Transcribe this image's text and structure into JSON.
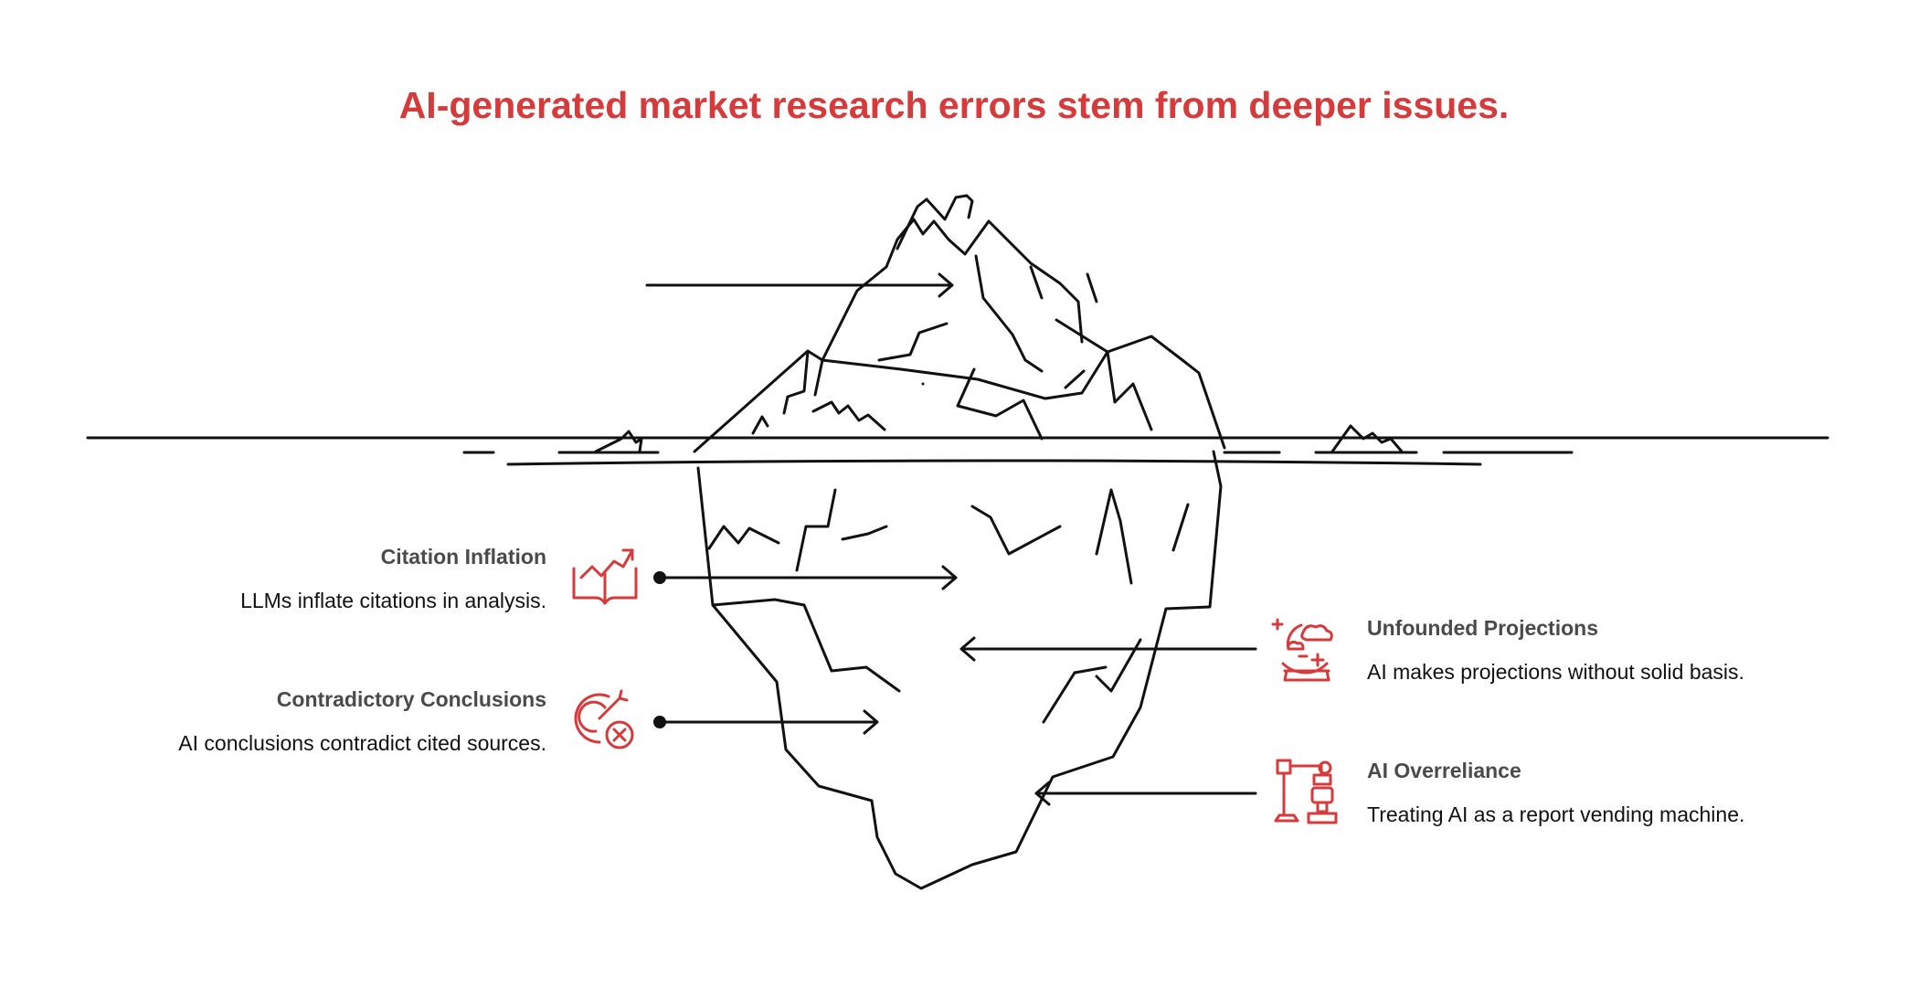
{
  "title": "AI-generated market research errors stem from deeper issues.",
  "colors": {
    "accent": "#d63a3a",
    "ink": "#111111",
    "label": "#4a4a4a"
  },
  "items": [
    {
      "id": "citation-inflation",
      "title": "Citation Inflation",
      "description": "LLMs inflate citations in analysis.",
      "icon": "book-growth-icon"
    },
    {
      "id": "contradictory-conclusions",
      "title": "Contradictory Conclusions",
      "description": "AI conclusions contradict cited sources.",
      "icon": "target-error-icon"
    },
    {
      "id": "unfounded-projections",
      "title": "Unfounded Projections",
      "description": "AI makes projections without solid basis.",
      "icon": "crystal-ball-icon"
    },
    {
      "id": "ai-overreliance",
      "title": "AI Overreliance",
      "description": "Treating AI as a report vending machine.",
      "icon": "robot-arm-icon"
    }
  ]
}
